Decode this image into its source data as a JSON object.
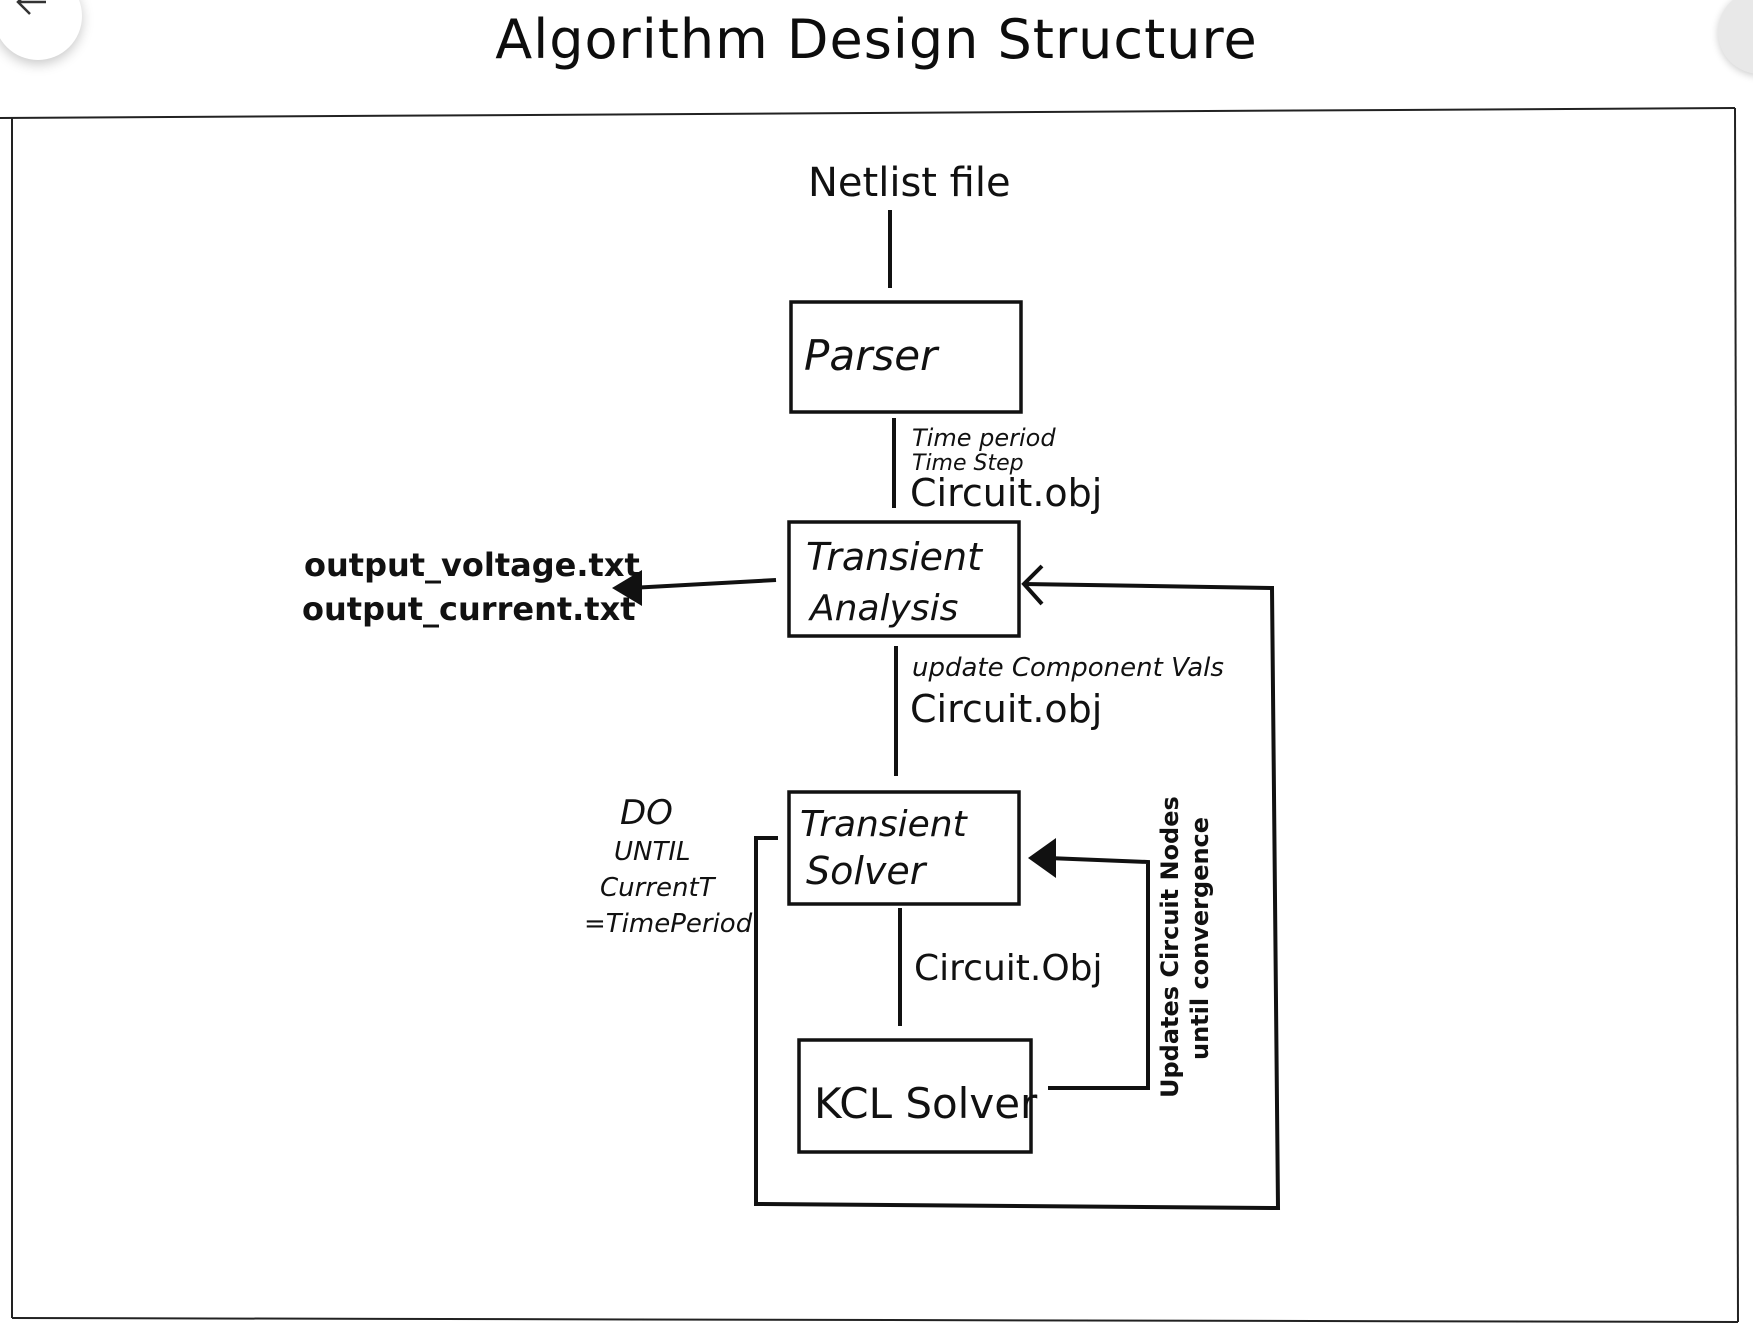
{
  "title": "Algorithm Design Structure",
  "input": "Netlist file",
  "nodes": {
    "parser": "Parser",
    "transient_analysis": [
      "Transient",
      "Analysis"
    ],
    "transient_solver": [
      "Transient",
      "Solver"
    ],
    "kcl_solver": "KCL Solver"
  },
  "edges": {
    "parser_to_analysis": [
      "Time period",
      "Time Step",
      "Circuit.obj"
    ],
    "analysis_to_solver": [
      "update Component Vals",
      "Circuit.obj"
    ],
    "solver_to_kcl": "Circuit.Obj",
    "kcl_feedback": [
      "Updates Circuit Nodes",
      "until convergence"
    ]
  },
  "outputs": [
    "output_voltage.txt",
    "output_current.txt"
  ],
  "loop_condition": [
    "DO",
    "UNTIL",
    "CurrentT",
    "=TimePeriod"
  ],
  "icons": [
    "back-arrow-icon"
  ]
}
